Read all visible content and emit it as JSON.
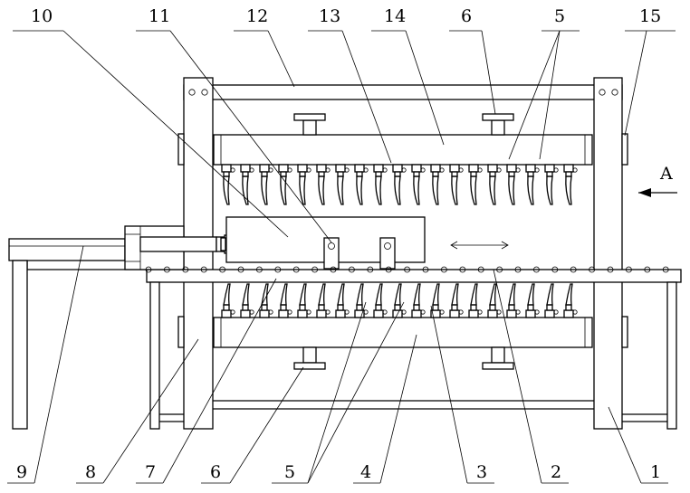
{
  "figure": {
    "view_label": "A",
    "top_labels": [
      "10",
      "11",
      "12",
      "13",
      "14",
      "6",
      "5",
      "15"
    ],
    "bottom_labels": [
      "9",
      "8",
      "7",
      "6",
      "5",
      "4",
      "3",
      "2",
      "1"
    ]
  }
}
